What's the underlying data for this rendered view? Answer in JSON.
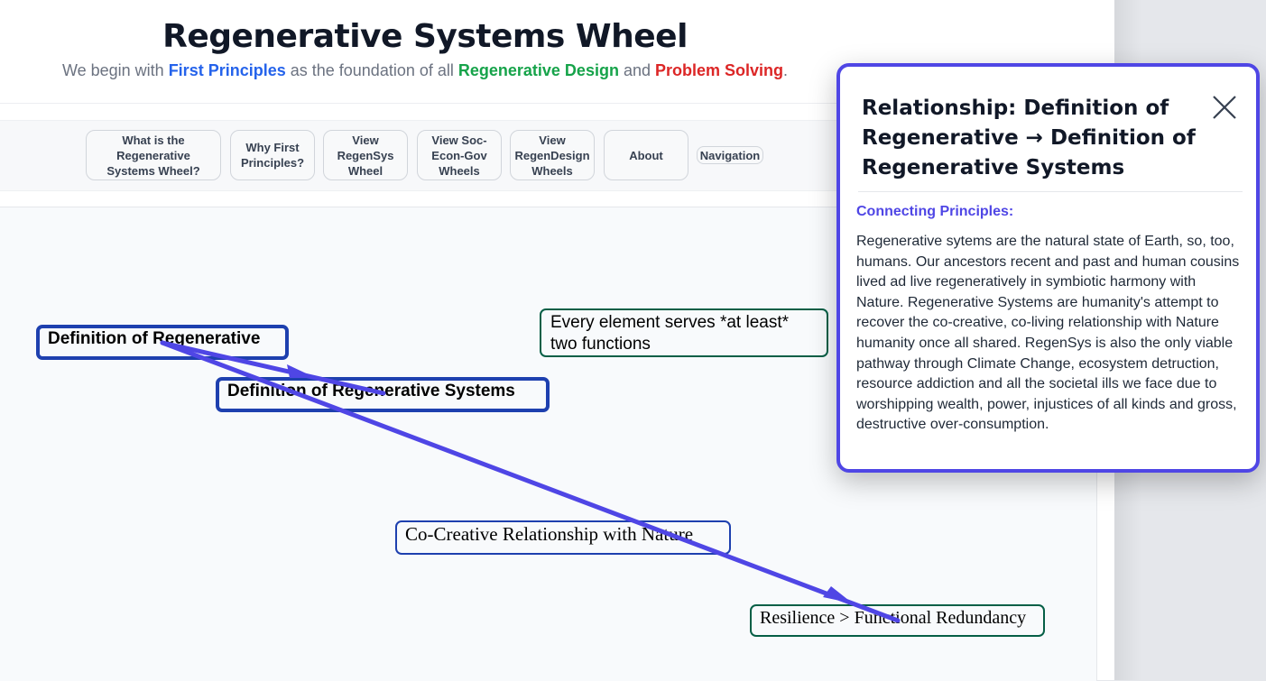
{
  "header": {
    "title": "Regenerative Systems Wheel",
    "subtitle": {
      "part1": "We begin with ",
      "highlight1": "First Principles",
      "part2": " as the foundation of all ",
      "highlight2": "Regenerative Design",
      "part3": " and ",
      "highlight3": "Problem Solving",
      "part4": "."
    }
  },
  "nav": {
    "buttons": [
      {
        "label": "What is the Regenerative Systems Wheel?"
      },
      {
        "label": "Why First Principles?"
      },
      {
        "label": "View RegenSys Wheel"
      },
      {
        "label": "View Soc-Econ-Gov Wheels"
      },
      {
        "label": "View RegenDesign Wheels"
      },
      {
        "label": "About"
      },
      {
        "label": "Navigation"
      }
    ]
  },
  "graph": {
    "nodes": [
      {
        "id": "def-regenerative",
        "label": "Definition of Regenerative"
      },
      {
        "id": "def-regen-systems",
        "label": "Definition of Regenerative Systems"
      },
      {
        "id": "every-element",
        "label": "Every element serves *at least* two functions"
      },
      {
        "id": "co-creative",
        "label": "Co-Creative Relationship with Nature"
      },
      {
        "id": "resilience",
        "label": "Resilience > Functional Redundancy"
      }
    ],
    "edges": [
      {
        "from": "def-regenerative",
        "to": "def-regen-systems"
      },
      {
        "from": "def-regenerative",
        "to": "resilience"
      }
    ],
    "edge_color": "#4f46e5"
  },
  "popup": {
    "title": "Relationship: Definition of Regenerative → Definition of Regenerative Systems",
    "section_label": "Connecting Principles:",
    "body": "Regenerative sytems are the natural state of Earth, so, too, humans. Our ancestors recent and past and human cousins lived ad live regeneratively in symbiotic harmony with Nature. Regenerative Systems are humanity's attempt to recover the co-creative, co-living relationship with Nature humanity once all shared. RegenSys is also the only viable pathway through Climate Change, ecosystem detruction, resource addiction and all the societal ills we face due to worshipping wealth, power, injustices of all kinds and gross, destructive over-consumption.",
    "close_icon": "close-icon",
    "accent_color": "#4f46e5"
  }
}
